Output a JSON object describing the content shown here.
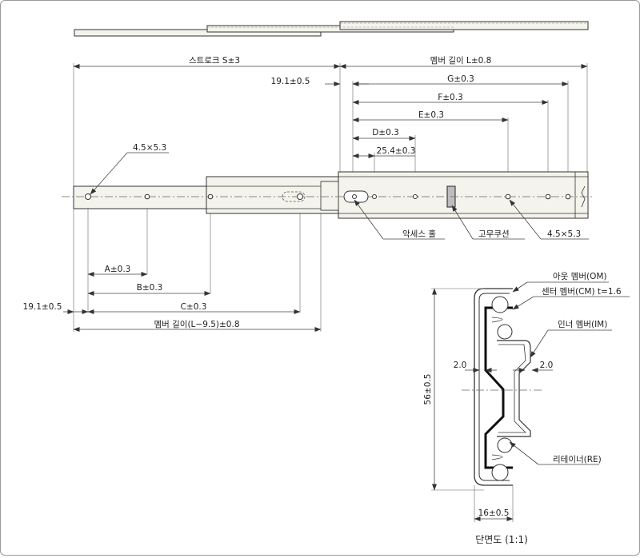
{
  "labels": {
    "stroke": "스트로크 S±3",
    "member_length": "멤버 길이 L±0.8",
    "offset_top": "19.1±0.5",
    "g": "G±0.3",
    "f": "F±0.3",
    "e": "E±0.3",
    "d": "D±0.3",
    "pitch": "25.4±0.3",
    "hole_left": "4.5×5.3",
    "hole_right": "4.5×5.3",
    "access_hole": "악세스 홀",
    "rubber_cushion": "고무쿠션",
    "a": "A±0.3",
    "b": "B±0.3",
    "c": "C±0.3",
    "offset_bottom": "19.1±0.5",
    "inner_length": "멤버 길이(L−9.5)±0.8"
  },
  "section": {
    "outer_member": "아웃 멤버(OM)",
    "center_member": "센터 멤버(CM) t=1.6",
    "inner_member": "인너 멤버(IM)",
    "retainer": "리테이너(RE)",
    "gap_left": "2.0",
    "gap_right": "2.0",
    "height": "56±0.5",
    "width": "16±0.5",
    "caption": "단면도 (1:1)"
  }
}
